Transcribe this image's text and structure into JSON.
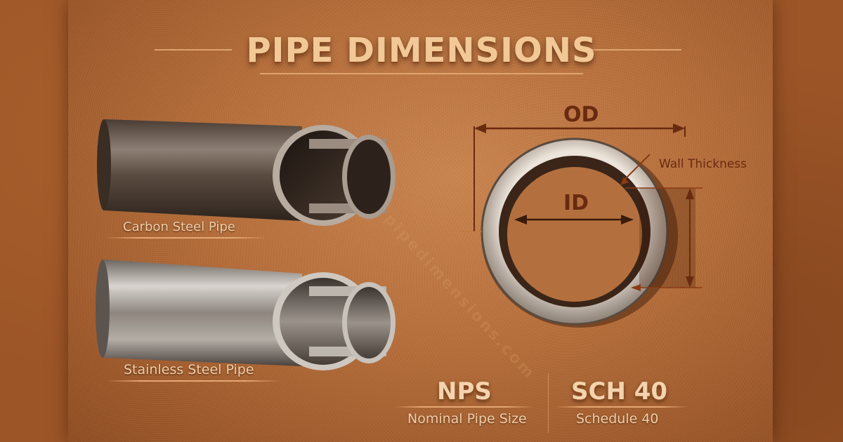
{
  "title": "PIPE DIMENSIONS",
  "pipes": [
    {
      "label": "Carbon Steel Pipe",
      "material": "carbon-steel"
    },
    {
      "label": "Stainless Steel Pipe",
      "material": "stainless-steel"
    }
  ],
  "diagram": {
    "od_label": "OD",
    "id_label": "ID",
    "wall_label": "Wall Thickness"
  },
  "specs": [
    {
      "code": "NPS",
      "description": "Nominal Pipe Size"
    },
    {
      "code": "SCH 40",
      "description": "Schedule 40"
    }
  ],
  "watermark": "pipedimensions.com",
  "colors": {
    "background": "#9c5527",
    "panel": "#b56e3b",
    "title": "#f2c996",
    "diagram_ink": "#6a2a10"
  }
}
